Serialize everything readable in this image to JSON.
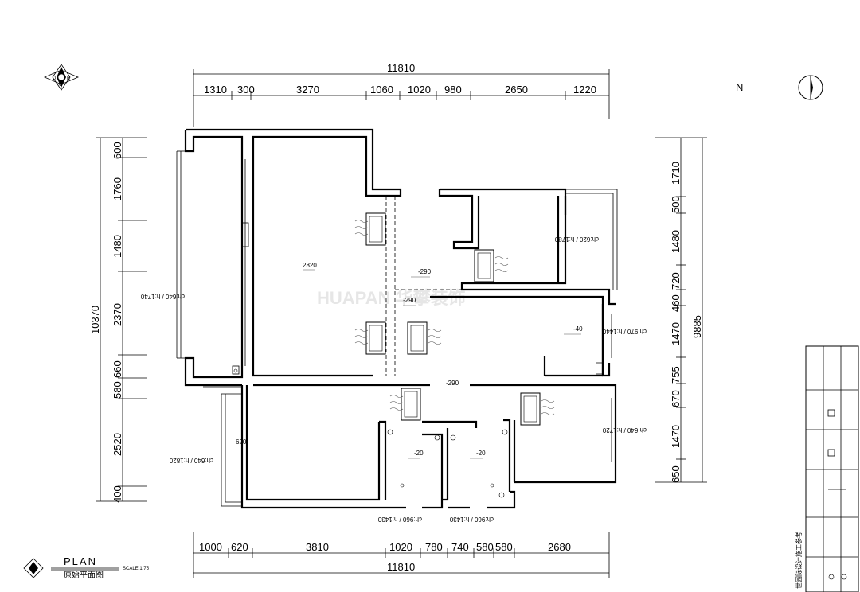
{
  "dimensions": {
    "top_total": "11810",
    "top_segments": [
      "1310",
      "300",
      "3270",
      "1060",
      "1020",
      "980",
      "2650",
      "1220"
    ],
    "bottom_total": "11810",
    "bottom_segments": [
      "1000",
      "620",
      "3810",
      "1020",
      "780",
      "740",
      "580",
      "580",
      "2680"
    ],
    "left_total": "10370",
    "left_segments": [
      "600",
      "1760",
      "1480",
      "2370",
      "660",
      "580",
      "2520",
      "400"
    ],
    "right_total": "9885",
    "right_segments": [
      "1710",
      "500",
      "1480",
      "720",
      "460",
      "1470",
      "755",
      "670",
      "1470",
      "650"
    ]
  },
  "levels": {
    "living": "2820",
    "hall_1": "-290",
    "hall_2": "-290",
    "hall_3": "-290",
    "room_right": "-40",
    "bath_1": "-20",
    "bath_2": "-20",
    "balcony": "620"
  },
  "window_notes": {
    "left_window": "ch:640 / h:1740",
    "room_ne_window": "ch:620 / h:1780",
    "room_right_window": "ch:970 / h:1440",
    "room_se_window": "ch:640 / h:1720",
    "balcony_window": "ch:640 / h:1820",
    "bath_1_window": "ch:960 / h:1430",
    "bath_2_window": "ch:960 / h:1430"
  },
  "north_label": "N",
  "plan_title": "PLAN",
  "plan_subtitle": "原始平面图",
  "scale": "SCALE 1:75",
  "watermark": "HUAPAN 华攀装饰",
  "title_block": {
    "company": "世园际设计施工参考"
  }
}
